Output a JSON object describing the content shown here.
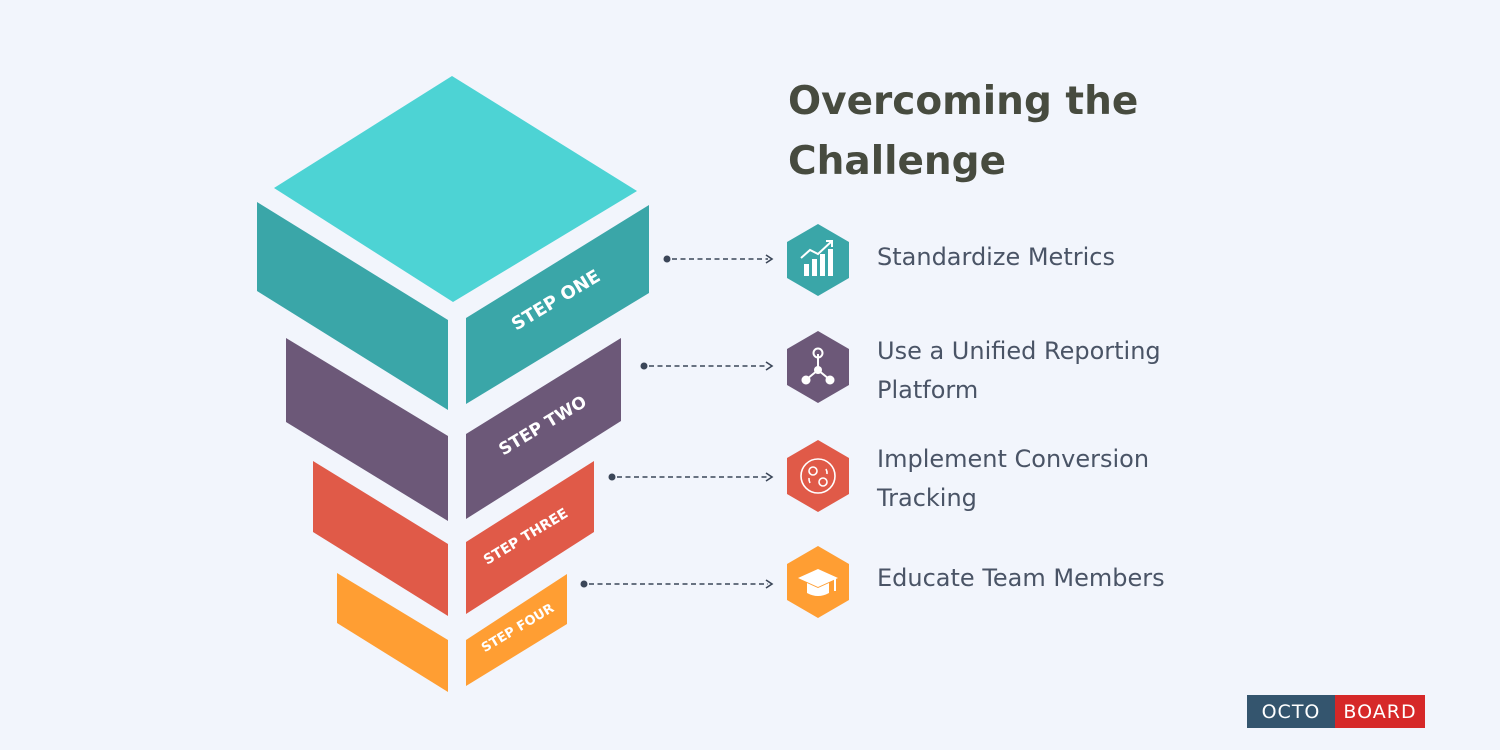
{
  "title_lines": [
    "Overcoming the",
    "Challenge"
  ],
  "steps": [
    {
      "label": "STEP ONE",
      "color": "#3aa6a8",
      "top_color": "#4dd3d4",
      "icon": "growth-chart-icon",
      "text_lines": [
        "Standardize Metrics"
      ]
    },
    {
      "label": "STEP TWO",
      "color": "#6c5878",
      "icon": "network-nodes-icon",
      "text_lines": [
        "Use a Unified Reporting",
        "Platform"
      ]
    },
    {
      "label": "STEP THREE",
      "color": "#e05a48",
      "icon": "conversion-cycle-icon",
      "text_lines": [
        "Implement Conversion",
        "Tracking"
      ]
    },
    {
      "label": "STEP FOUR",
      "color": "#ff9e33",
      "icon": "graduation-cap-icon",
      "text_lines": [
        "Educate Team Members"
      ]
    }
  ],
  "brand": {
    "left": "OCTO",
    "right": "BOARD",
    "left_color": "#34556e",
    "right_color": "#d62828"
  }
}
